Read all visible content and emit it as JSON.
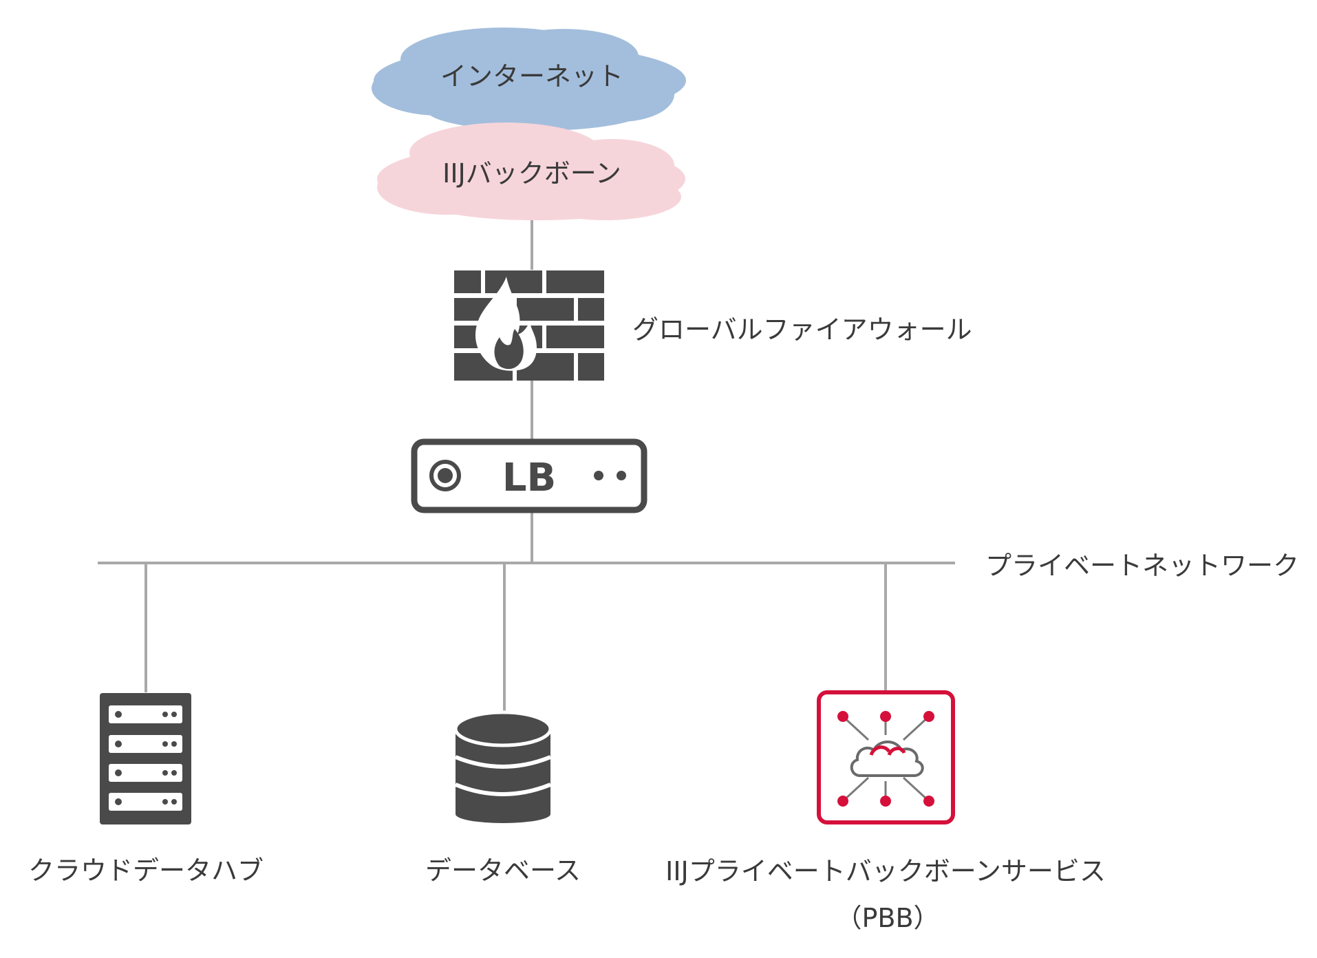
{
  "clouds": {
    "internet": "インターネット",
    "iij_backbone": "IIJバックボーン"
  },
  "devices": {
    "firewall": "グローバルファイアウォール",
    "load_balancer": "LB"
  },
  "network": {
    "private_network": "プライベートネットワーク"
  },
  "endpoints": {
    "cloud_data_hub": "クラウドデータハブ",
    "database": "データベース",
    "pbb_line1": "IIJプライベートバックボーンサービス",
    "pbb_line2": "（PBB）"
  },
  "colors": {
    "internet_cloud": "#a3bedc",
    "backbone_cloud": "#f6d5da",
    "icon_dark": "#4a4a4a",
    "line": "#a8a8a8",
    "accent_red": "#d5103a"
  }
}
